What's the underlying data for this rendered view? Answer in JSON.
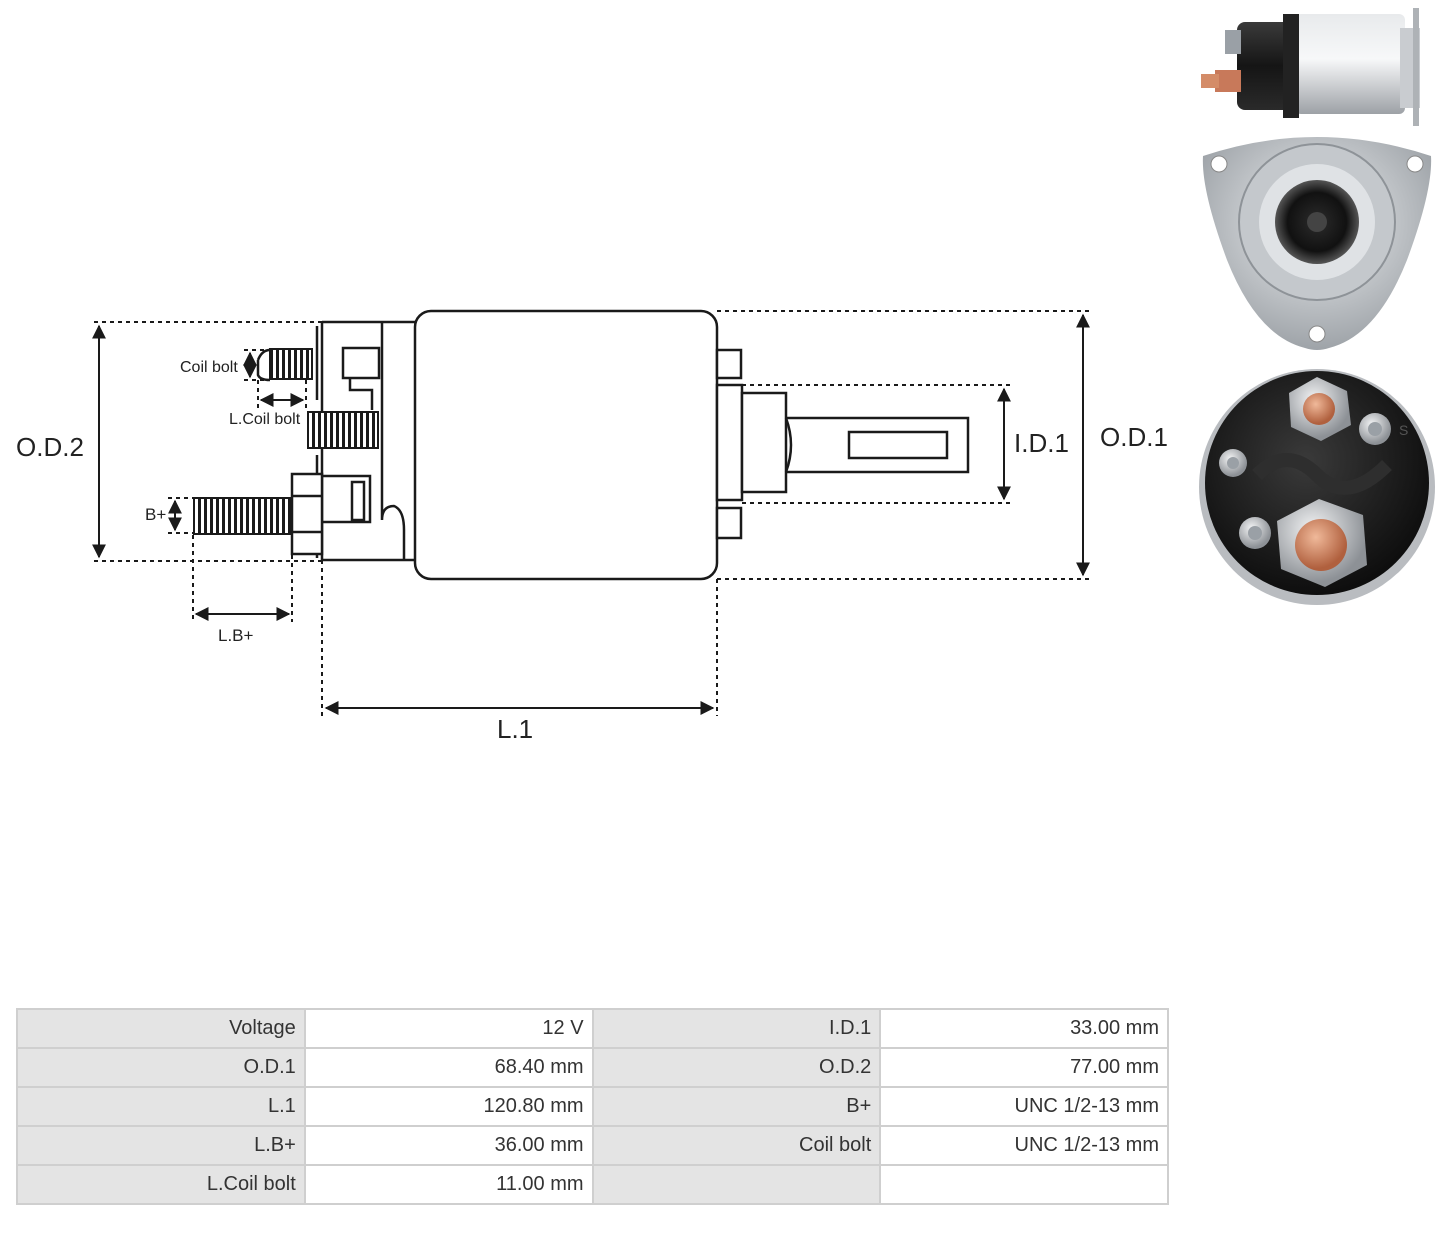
{
  "diagram": {
    "labels": {
      "od2": "O.D.2",
      "od1": "O.D.1",
      "id1": "I.D.1",
      "l1": "L.1",
      "lb": "L.B+",
      "bplus": "B+",
      "coil_bolt": "Coil bolt",
      "l_coil_bolt": "L.Coil bolt"
    },
    "photos": [
      {
        "name": "side-view-photo",
        "icon": "solenoid-side-view"
      },
      {
        "name": "front-flange-photo",
        "icon": "solenoid-flange-view"
      },
      {
        "name": "terminal-cap-photo",
        "icon": "solenoid-terminal-cap",
        "cap_mark": "S"
      }
    ]
  },
  "specs": {
    "rows": [
      [
        {
          "label": "Voltage",
          "value": "12 V"
        },
        {
          "label": "I.D.1",
          "value": "33.00 mm"
        }
      ],
      [
        {
          "label": "O.D.1",
          "value": "68.40 mm"
        },
        {
          "label": "O.D.2",
          "value": "77.00 mm"
        }
      ],
      [
        {
          "label": "L.1",
          "value": "120.80 mm"
        },
        {
          "label": "B+",
          "value": "UNC 1/2-13 mm"
        }
      ],
      [
        {
          "label": "L.B+",
          "value": "36.00 mm"
        },
        {
          "label": "Coil bolt",
          "value": "UNC 1/2-13 mm"
        }
      ],
      [
        {
          "label": "L.Coil bolt",
          "value": "11.00 mm"
        },
        {
          "label": "",
          "value": ""
        }
      ]
    ]
  },
  "colors": {
    "line": "#1a1a1a",
    "table_border": "#cfcfcf",
    "label_cell": "#e4e4e4",
    "copper": "#c8795a",
    "cap_black": "#1c1c1c",
    "metal": "#b9bcc0"
  }
}
